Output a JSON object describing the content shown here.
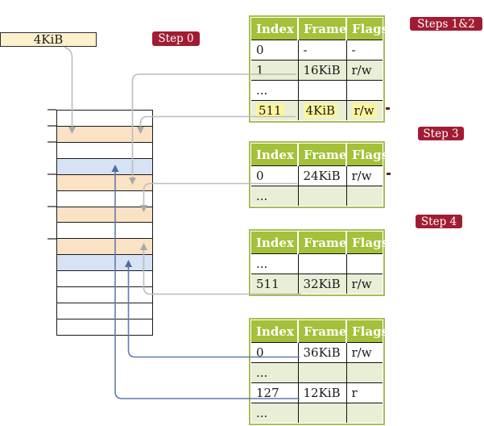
{
  "colors": {
    "header_green": "#a3c139",
    "row_green": "#e9efd6",
    "table_border": "#a9bd55",
    "frame_peach": "#fbe2c5",
    "pagetable_blue": "#d7e2f4",
    "label_cream": "#fdf0cd",
    "badge_red": "#a11c33",
    "highlight_yellow": "#fbf59f",
    "gray_line": "#bcbcbc",
    "blue_line": "#5d7cae"
  },
  "frame_size_label": "4KiB",
  "badges": [
    {
      "label": "Step 0"
    },
    {
      "label": "Steps 1&2"
    },
    {
      "label": "Step 3"
    },
    {
      "label": "Step 4"
    }
  ],
  "page_tables": [
    {
      "headers": [
        "Index",
        "Frame",
        "Flags"
      ],
      "rows": [
        {
          "index": "0",
          "frame": "-",
          "flags": "-",
          "shaded": false,
          "highlight": false
        },
        {
          "index": "1",
          "frame": "16KiB",
          "flags": "r/w",
          "shaded": true,
          "highlight": false
        },
        {
          "index": "...",
          "frame": "",
          "flags": "",
          "shaded": false,
          "highlight": false
        },
        {
          "index": "511",
          "frame": "4KiB",
          "flags": "r/w",
          "shaded": true,
          "highlight": true
        }
      ]
    },
    {
      "headers": [
        "Index",
        "Frame",
        "Flags"
      ],
      "rows": [
        {
          "index": "0",
          "frame": "24KiB",
          "flags": "r/w",
          "shaded": false,
          "highlight": false
        },
        {
          "index": "...",
          "frame": "",
          "flags": "",
          "shaded": true,
          "highlight": false
        }
      ]
    },
    {
      "headers": [
        "Index",
        "Frame",
        "Flags"
      ],
      "rows": [
        {
          "index": "...",
          "frame": "",
          "flags": "",
          "shaded": false,
          "highlight": false
        },
        {
          "index": "511",
          "frame": "32KiB",
          "flags": "r/w",
          "shaded": true,
          "highlight": false
        }
      ]
    },
    {
      "headers": [
        "Index",
        "Frame",
        "Flags"
      ],
      "rows": [
        {
          "index": "0",
          "frame": "36KiB",
          "flags": "r/w",
          "shaded": false,
          "highlight": false
        },
        {
          "index": "...",
          "frame": "",
          "flags": "",
          "shaded": true,
          "highlight": false
        },
        {
          "index": "127",
          "frame": "12KiB",
          "flags": "r",
          "shaded": false,
          "highlight": false
        },
        {
          "index": "...",
          "frame": "",
          "flags": "",
          "shaded": true,
          "highlight": false
        }
      ]
    }
  ],
  "memory": {
    "rows": [
      "free",
      "frame",
      "free",
      "page_table",
      "frame",
      "free",
      "frame",
      "free",
      "frame",
      "page_table",
      "free",
      "free",
      "free",
      "free"
    ]
  }
}
